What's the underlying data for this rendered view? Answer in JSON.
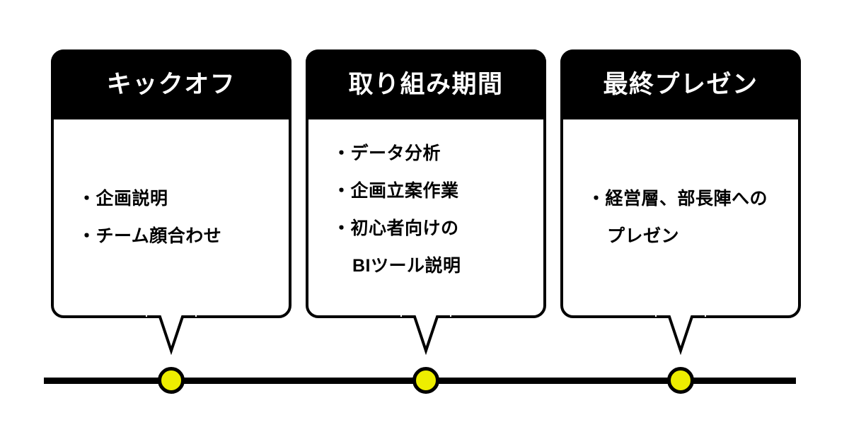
{
  "diagram": {
    "type": "timeline-with-callout-cards",
    "background_color": "#FFFFFF",
    "accent_color": "#EEEE00",
    "line_color": "#000000",
    "header_text_color": "#FFFFFF",
    "body_text_color": "#000000"
  },
  "cards": [
    {
      "header": "キックオフ",
      "bullets": [
        {
          "text": "・企画説明",
          "continuation": false
        },
        {
          "text": "・チーム顔合わせ",
          "continuation": false
        }
      ]
    },
    {
      "header": "取り組み期間",
      "bullets": [
        {
          "text": "・データ分析",
          "continuation": false
        },
        {
          "text": "・企画立案作業",
          "continuation": false
        },
        {
          "text": "・初心者向けの",
          "continuation": false
        },
        {
          "text": "BIツール説明",
          "continuation": true
        }
      ]
    },
    {
      "header": "最終プレゼン",
      "bullets": [
        {
          "text": "・経営層、部長陣への",
          "continuation": false
        },
        {
          "text": "プレゼン",
          "continuation": true
        }
      ]
    }
  ],
  "timeline": {
    "markers": [
      {
        "name": "milestone-1",
        "color": "#EEEE00"
      },
      {
        "name": "milestone-2",
        "color": "#EEEE00"
      },
      {
        "name": "milestone-3",
        "color": "#EEEE00"
      }
    ]
  }
}
